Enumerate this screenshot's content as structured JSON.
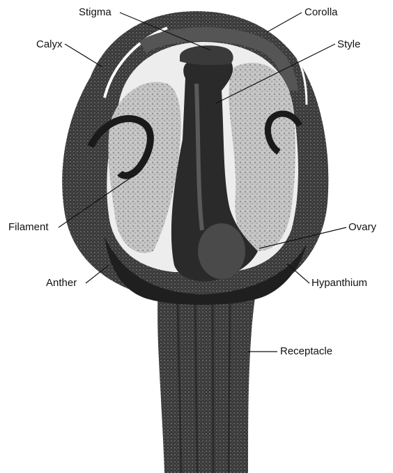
{
  "diagram": {
    "labels": {
      "stigma": "Stigma",
      "corolla": "Corolla",
      "calyx": "Calyx",
      "style": "Style",
      "filament": "Filament",
      "ovary": "Ovary",
      "anther": "Anther",
      "hypanthium": "Hypanthium",
      "receptacle": "Receptacle"
    },
    "colors": {
      "tissue_dark": "#2e2e2e",
      "tissue_mid": "#6e6e6e",
      "tissue_light": "#bdbdbd",
      "cavity": "#f2f2f2",
      "text": "#111111"
    }
  }
}
